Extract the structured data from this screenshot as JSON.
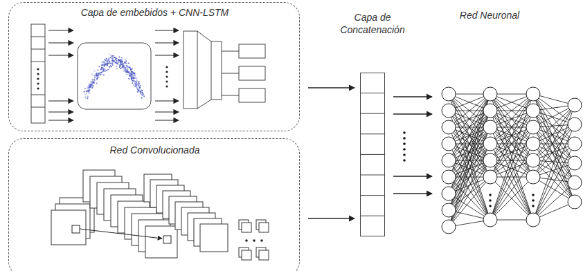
{
  "diagram": {
    "nodes": [
      {
        "text": [
          "Capa de embebidos + CNN-LSTM"
        ]
      },
      {
        "text": [
          "Red Convolucionada"
        ]
      },
      {
        "text": [
          "Capa de Concatenación"
        ]
      },
      {
        "text": [
          "Red Neuronal"
        ]
      }
    ],
    "edges": [
      {
        "from": 0,
        "to": 2,
        "arrow": "to"
      },
      {
        "from": 1,
        "to": 2,
        "arrow": "to"
      },
      {
        "from": 2,
        "to": 3,
        "arrow": "to"
      }
    ]
  }
}
